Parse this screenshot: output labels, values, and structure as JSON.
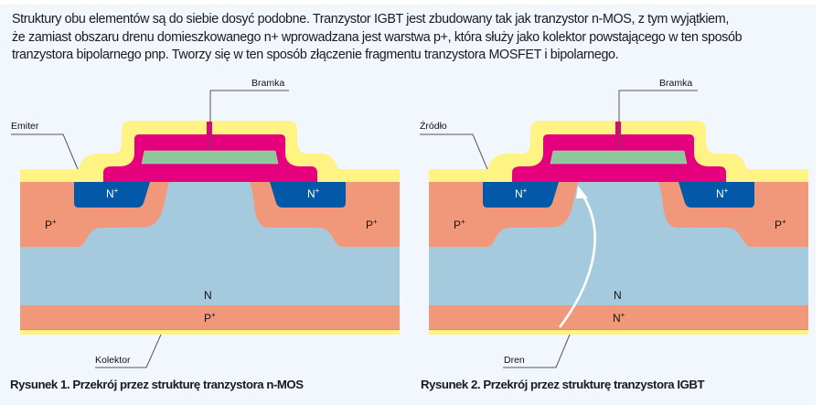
{
  "intro": {
    "lines": [
      "Struktury obu elementów są do siebie dosyć podobne. Tranzystor IGBT jest zbudowany tak jak tranzystor n-MOS, z tym wyjątkiem,",
      "że zamiast obszaru drenu domieszkowanego n+ wprowadzana jest warstwa p+, która służy jako kolektor powstającego w ten sposób",
      "tranzystora bipolarnego pnp. Tworzy się w ten sposób złączenie fragmentu tranzystora MOSFET i bipolarnego."
    ]
  },
  "figure1": {
    "caption": "Rysunek 1. Przekrój przez strukturę tranzystora n-MOS",
    "gate_label": "Bramka",
    "top_label": "Emiter",
    "bottom_label": "Kolektor",
    "n_plus_left": "N+",
    "n_plus_right": "N+",
    "p_plus_left": "P+",
    "p_plus_right": "P+",
    "n_region": "N",
    "bottom_layer": "P+"
  },
  "figure2": {
    "caption": "Rysunek 2. Przekrój przez strukturę tranzystora IGBT",
    "gate_label": "Bramka",
    "top_label": "Źródło",
    "bottom_label": "Dren",
    "n_plus_left": "N+",
    "n_plus_right": "N+",
    "p_plus_left": "P+",
    "p_plus_right": "P+",
    "n_region": "N",
    "bottom_layer": "N+"
  },
  "colors": {
    "metal": "#fff384",
    "oxide": "#e5007e",
    "gate": "#8dc89a",
    "n_plus": "#0458a8",
    "p_plus": "#f2987a",
    "n_body": "#a5cadd"
  }
}
